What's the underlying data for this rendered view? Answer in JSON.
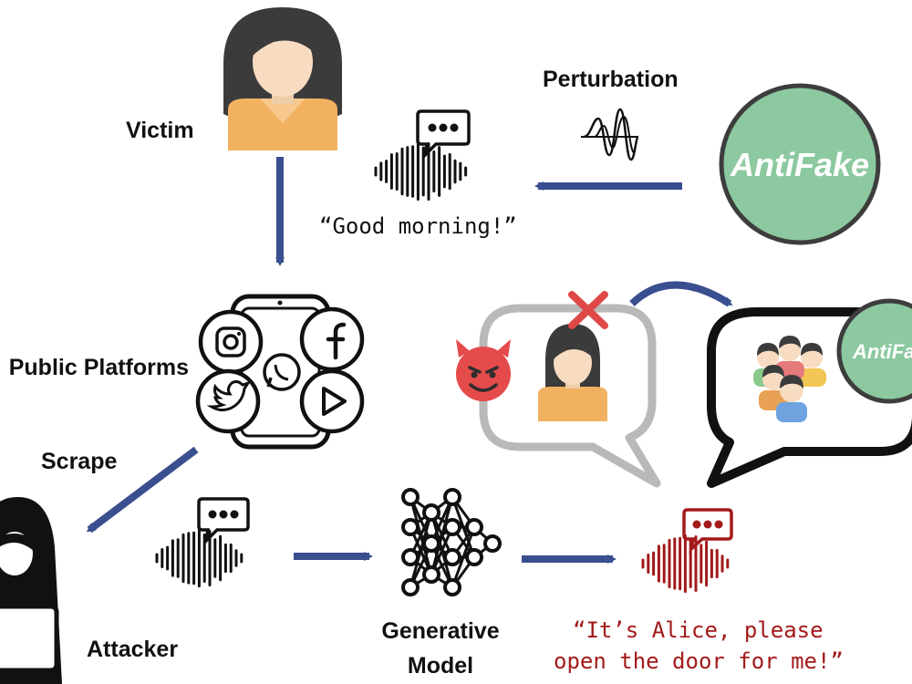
{
  "labels": {
    "victim": "Victim",
    "perturbation": "Perturbation",
    "public_platforms": "Public Platforms",
    "scrape": "Scrape",
    "attacker": "Attacker",
    "generative_model_line1": "Generative",
    "generative_model_line2": "Model"
  },
  "quotes": {
    "victim_speech": "“Good morning!”",
    "fake_speech_line1": "“It’s Alice, please",
    "fake_speech_line2": "open the door for me!”"
  },
  "logos": {
    "antifake_main": "AntiFake",
    "antifake_small": "AntiFake"
  },
  "colors": {
    "arrow": "#3a4f8f",
    "antifake_green": "#8cc9a0",
    "antifake_ring": "#3d3d3d",
    "fake_red": "#a31a1a",
    "skin": "#f7dcc2",
    "hair": "#3b3b3b",
    "shirt": "#f2b160",
    "gray_bubble": "#b9b9b9",
    "cross_red": "#e04848",
    "devil_red": "#e54b4b"
  },
  "icons": [
    "victim-icon",
    "speech-bubble-icon",
    "waveform-icon",
    "perturbation-wave-icon",
    "phone-icon",
    "instagram-icon",
    "facebook-icon",
    "whatsapp-icon",
    "twitter-icon",
    "play-icon",
    "attacker-icon",
    "neural-network-icon",
    "devil-icon",
    "cross-icon",
    "crowd-icon"
  ]
}
